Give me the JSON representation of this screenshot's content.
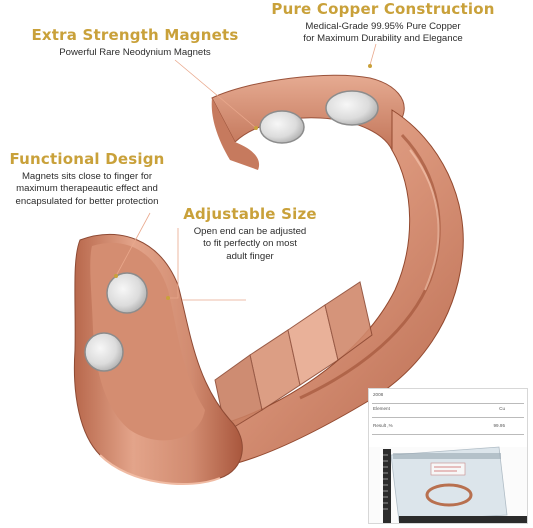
{
  "callouts": {
    "magnets": {
      "title": "Extra Strength Magnets",
      "desc": [
        "Powerful Rare Neodynium Magnets"
      ]
    },
    "copper": {
      "title": "Pure Copper Construction",
      "desc": [
        "Medical-Grade 99.95% Pure Copper",
        "for Maximum Durability and Elegance"
      ]
    },
    "functional": {
      "title": "Functional Design",
      "desc": [
        "Magnets sits close to finger for",
        "maximum therapeautic effect and",
        "encapsulated for better protection"
      ]
    },
    "adjustable": {
      "title": "Adjustable Size",
      "desc": [
        "Open end can be adjusted",
        "to fit perfectly on most",
        "adult  finger"
      ]
    }
  },
  "certificate": {
    "code": "2008",
    "element_label": "Element",
    "element_value": "Cu",
    "result_label": "Result ,%",
    "result_value": "99.95"
  },
  "colors": {
    "title_gold": "#c9a13a",
    "copper_light": "#e9a88c",
    "copper_mid": "#cc7c60",
    "copper_dark": "#8e4a34",
    "magnet_silver": "#e6e6e6"
  }
}
